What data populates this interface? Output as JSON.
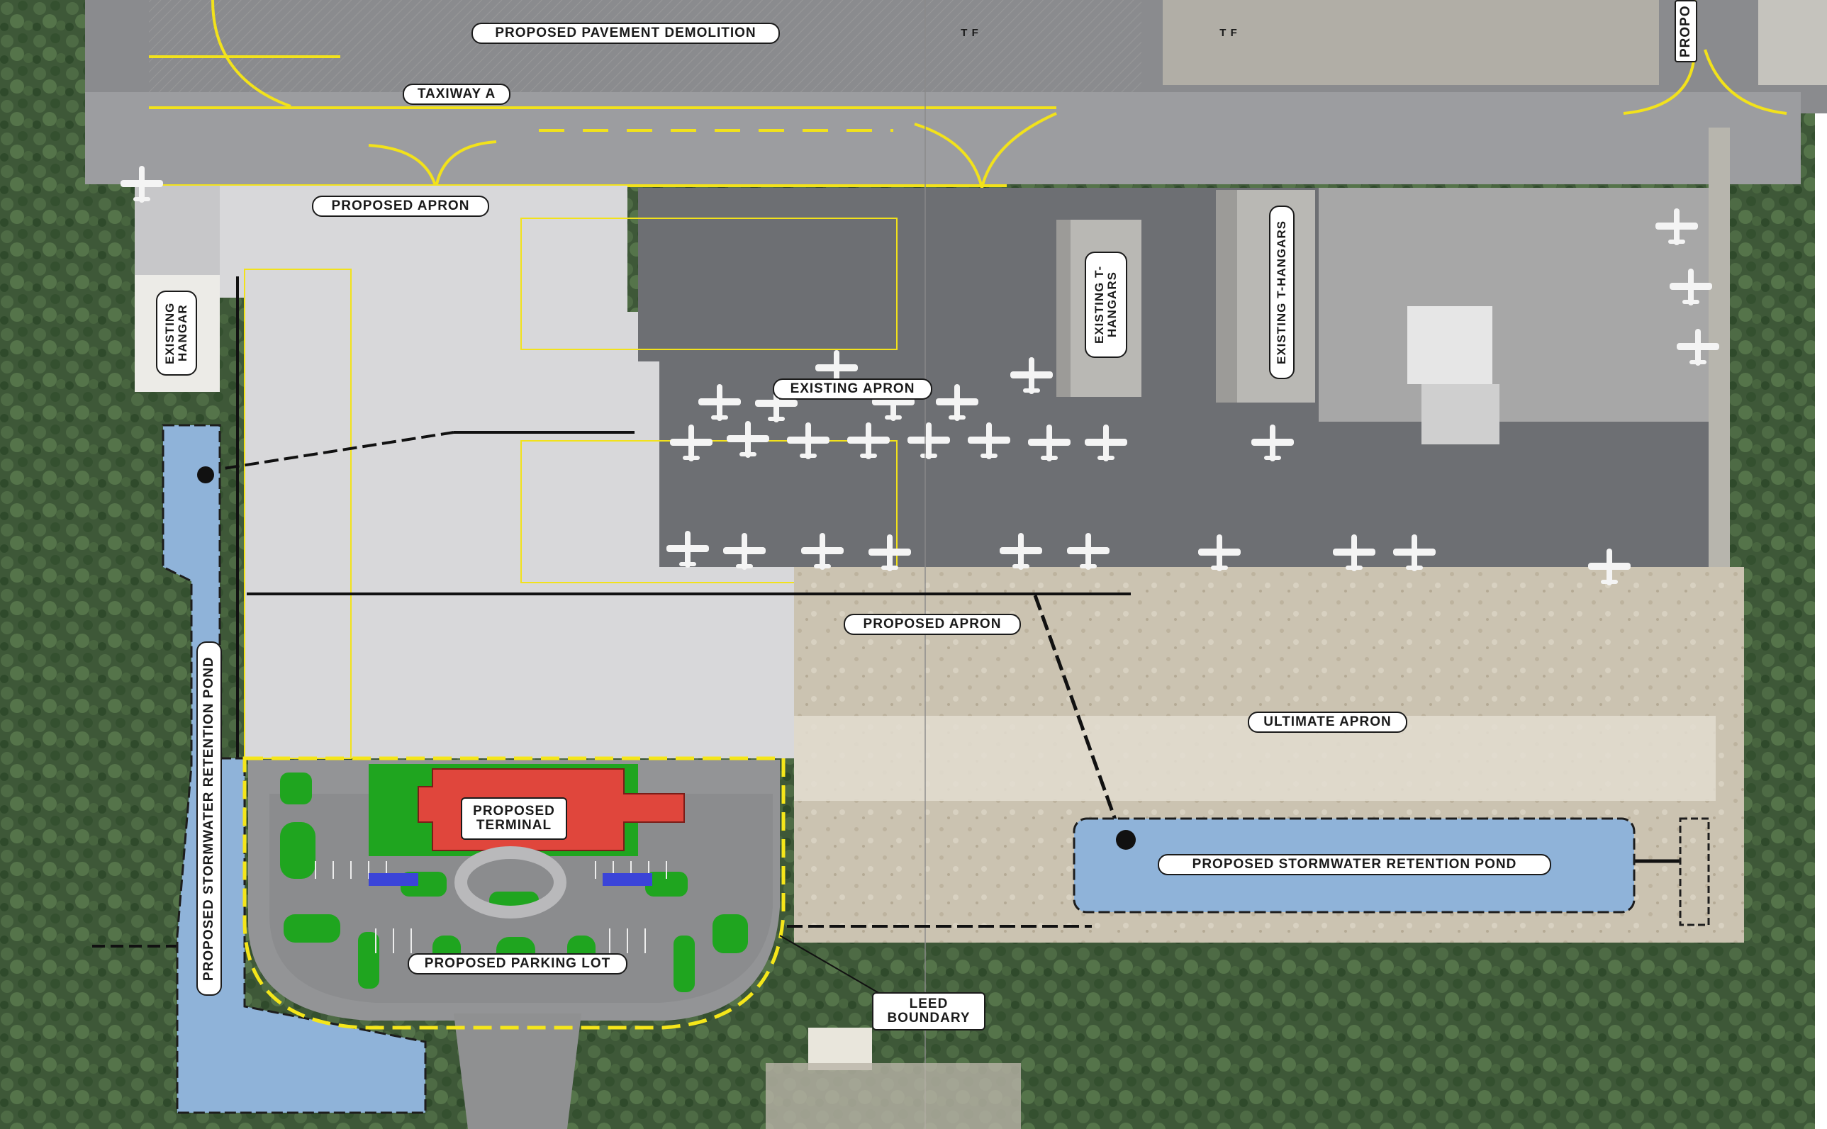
{
  "labels": {
    "pavement_demolition": "PROPOSED PAVEMENT DEMOLITION",
    "taxiway_a": "TAXIWAY A",
    "proposed_apron_north": "PROPOSED APRON",
    "existing_hangar": "EXISTING HANGAR",
    "existing_apron": "EXISTING APRON",
    "existing_thangars_1": "EXISTING T-HANGARS",
    "existing_thangars_2": "EXISTING T-HANGARS",
    "proposed_apron_south": "PROPOSED APRON",
    "ultimate_apron": "ULTIMATE APRON",
    "proposed_terminal": "PROPOSED TERMINAL",
    "stormwater_pond_east": "PROPOSED STORMWATER RETENTION POND",
    "stormwater_pond_west": "PROPOSED STORMWATER RETENTION POND",
    "parking_lot": "PROPOSED PARKING LOT",
    "leed_boundary": "LEED BOUNDARY",
    "edge_label": "PROPO",
    "dim_mark_1": "T F",
    "dim_mark_2": "T F"
  },
  "colors": {
    "vegetation": "#3f5a3a",
    "existing_pavement": "#6d6f73",
    "proposed_apron": "#d8d8da",
    "taxiway_marking": "#f2e21b",
    "stormwater_pond": "#8fb3d9",
    "terminal_building": "#e0463c",
    "landscape": "#1fa51f",
    "leed_boundary": "#f5e61a",
    "sand": "#cfc6b3"
  }
}
